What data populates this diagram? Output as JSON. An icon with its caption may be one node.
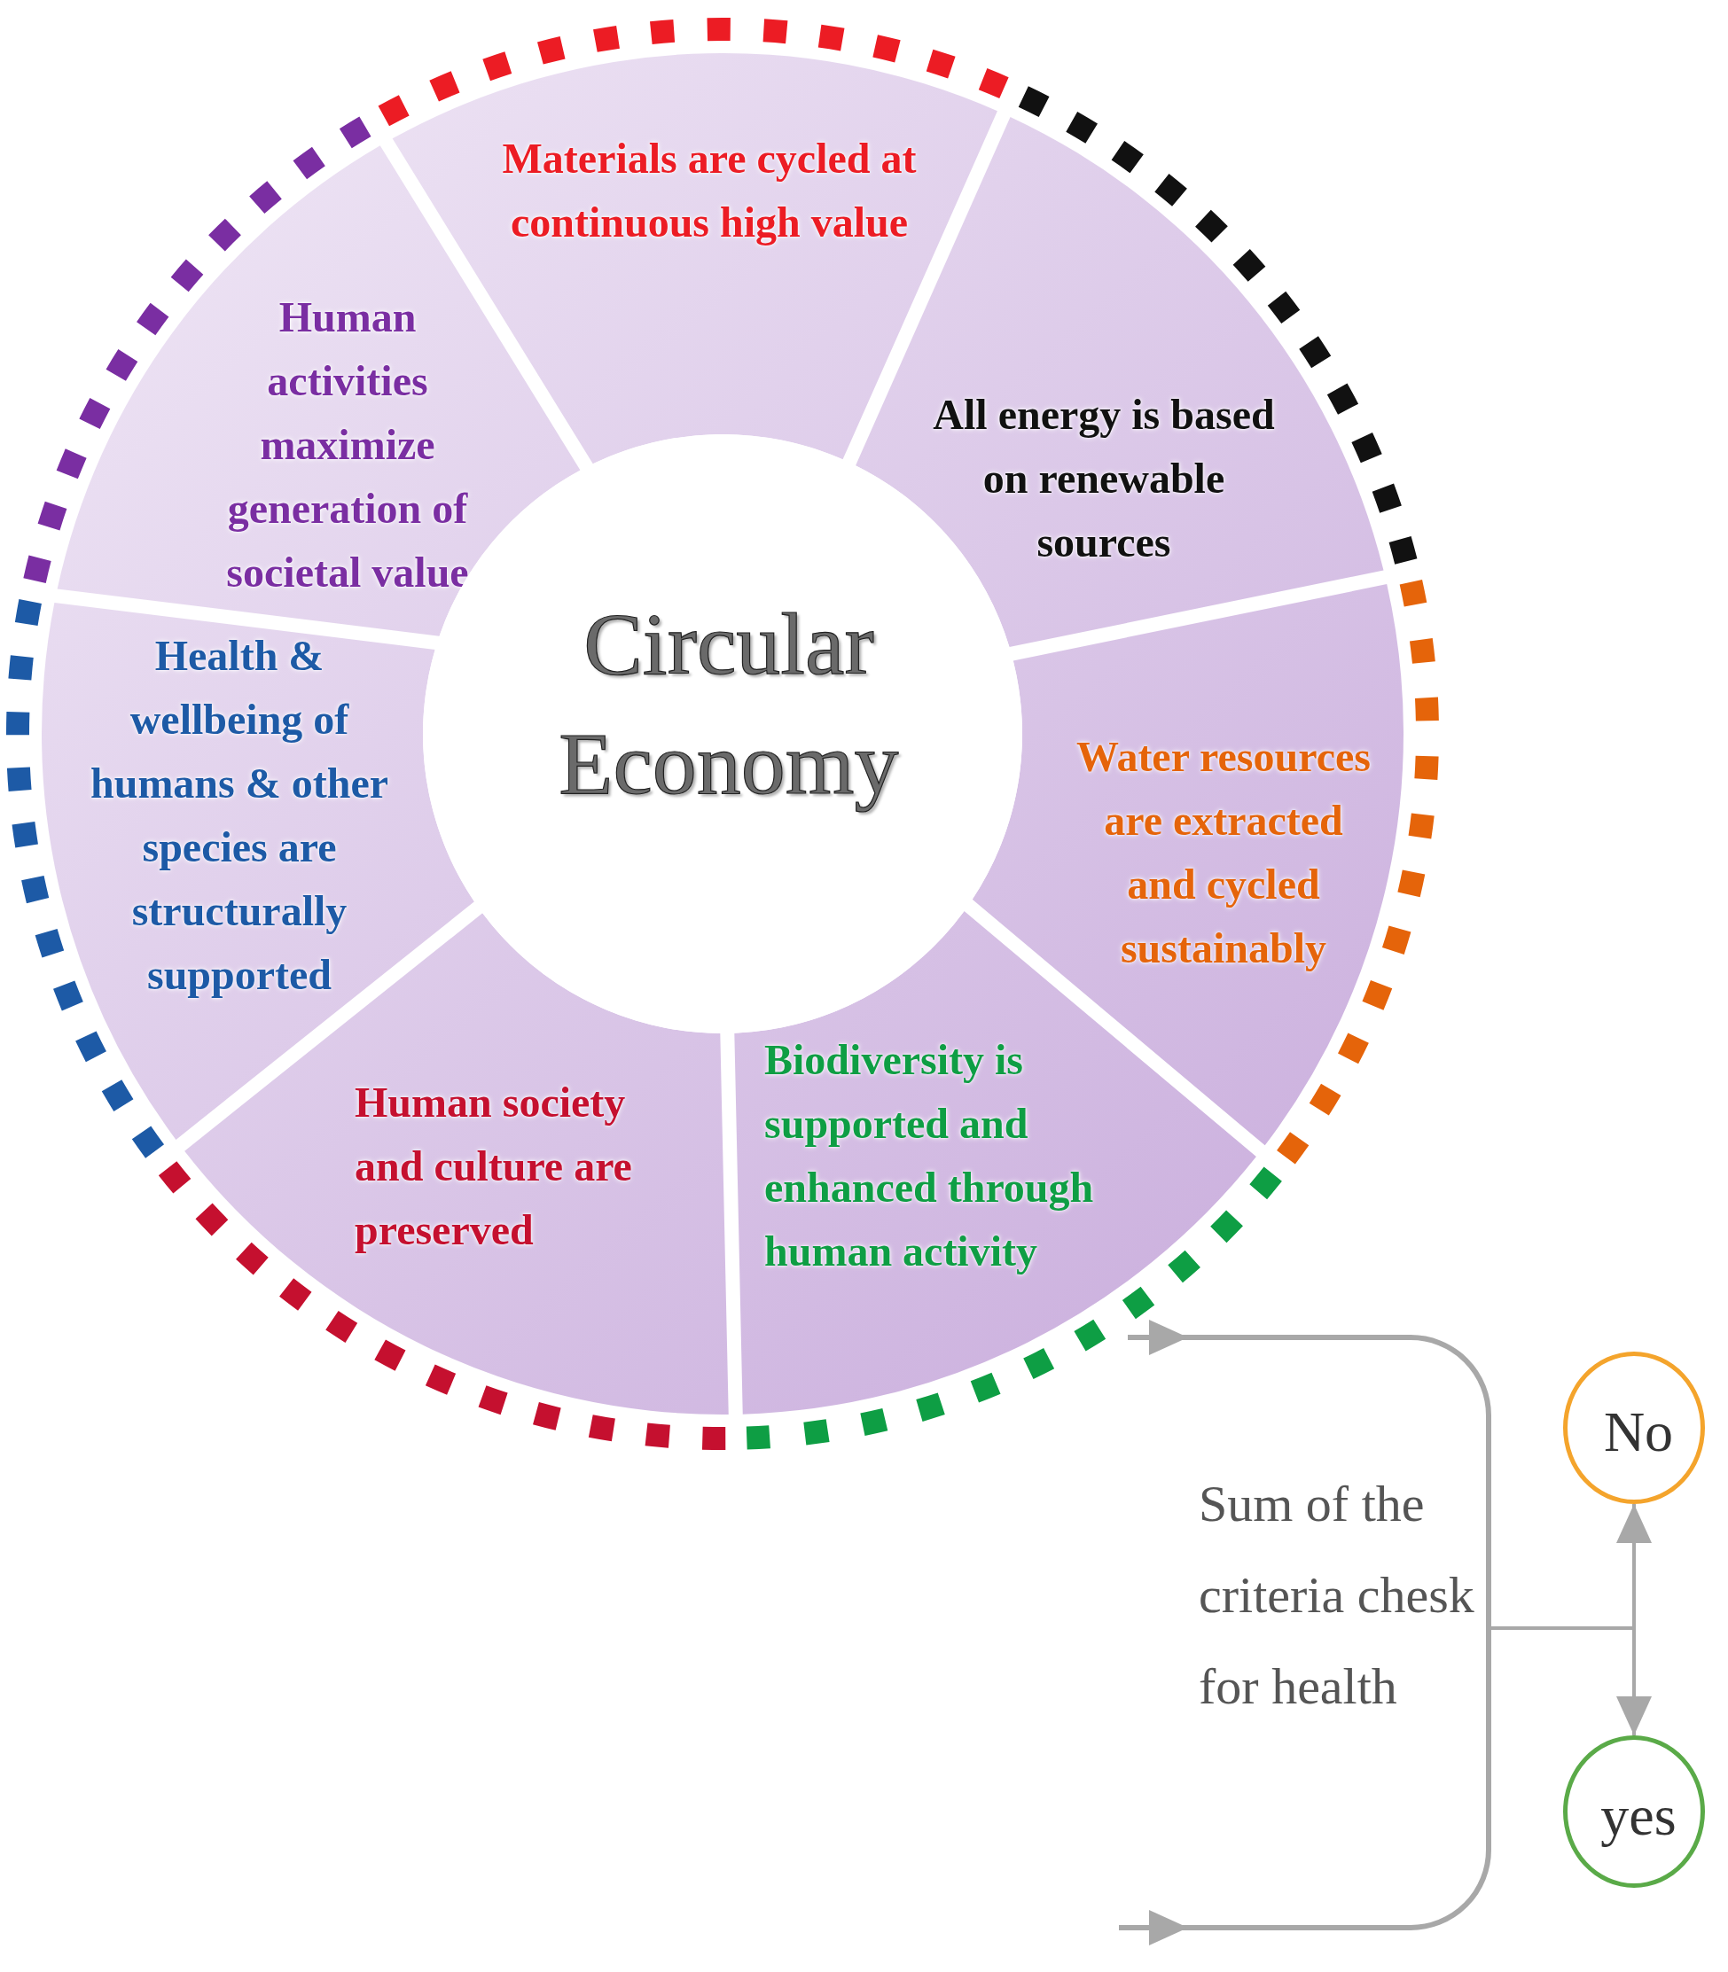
{
  "diagram": {
    "nodes": [
      {
        "text": [
          "Circular Economy"
        ]
      },
      {
        "text": [
          "Materials are cycled at continuous high value"
        ]
      },
      {
        "text": [
          "All energy is based on renewable sources"
        ]
      },
      {
        "text": [
          "Water resources are extracted and cycled sustainably"
        ]
      },
      {
        "text": [
          "Biodiversity is supported and enhanced through human activity"
        ]
      },
      {
        "text": [
          "Human society and culture are preserved"
        ]
      },
      {
        "text": [
          "Health & wellbeing of humans & other species are structurally supported"
        ]
      },
      {
        "text": [
          "Human activities maximize generation of societal value"
        ]
      },
      {
        "text": [
          "Sum of the criteria chesk for health"
        ]
      },
      {
        "text": [
          "No"
        ]
      },
      {
        "text": [
          "yes"
        ]
      }
    ],
    "edges": [
      {
        "from": null,
        "to": 8,
        "arrow": "to"
      },
      {
        "from": null,
        "to": 8,
        "arrow": "to"
      },
      {
        "from": 8,
        "to": 9,
        "arrow": "to"
      },
      {
        "from": 8,
        "to": 10,
        "arrow": "to"
      }
    ]
  }
}
